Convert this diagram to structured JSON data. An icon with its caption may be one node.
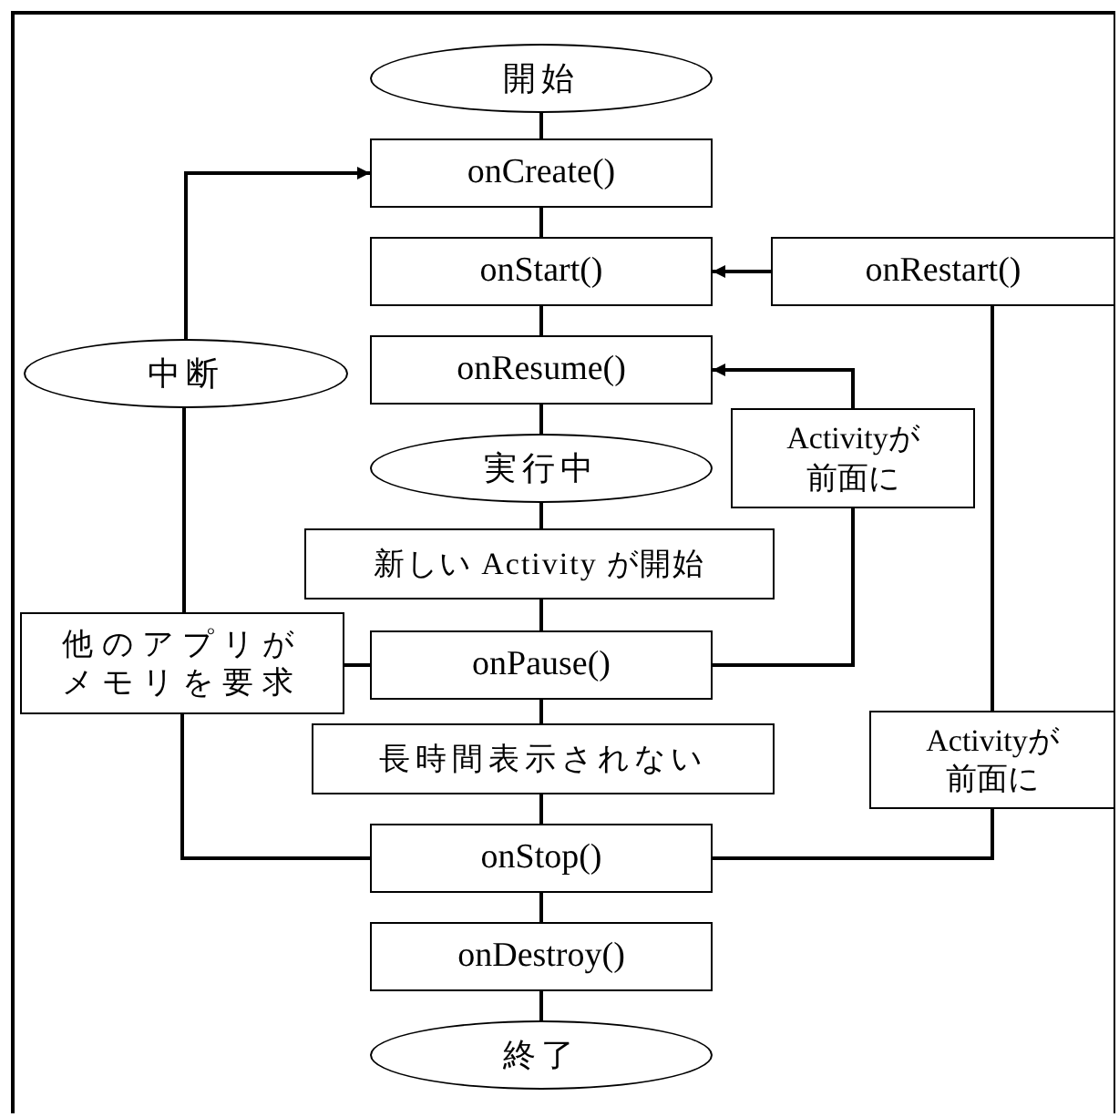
{
  "diagram": {
    "nodes": [
      {
        "text": [
          "開始"
        ]
      },
      {
        "text": [
          "onCreate()"
        ]
      },
      {
        "text": [
          "onStart()"
        ]
      },
      {
        "text": [
          "onRestart()"
        ]
      },
      {
        "text": [
          "中断"
        ]
      },
      {
        "text": [
          "onResume()"
        ]
      },
      {
        "text": [
          "Activityが前面に"
        ]
      },
      {
        "text": [
          "実行中"
        ]
      },
      {
        "text": [
          "新しい Activity が開始"
        ]
      },
      {
        "text": [
          "他のアプリがメモリを要求"
        ]
      },
      {
        "text": [
          "onPause()"
        ]
      },
      {
        "text": [
          "長時間表示されない"
        ]
      },
      {
        "text": [
          "Activityが前面に"
        ]
      },
      {
        "text": [
          "onStop()"
        ]
      },
      {
        "text": [
          "onDestroy()"
        ]
      },
      {
        "text": [
          "終了"
        ]
      }
    ],
    "edges": [
      {
        "from": 0,
        "to": 1,
        "arrow": "none"
      },
      {
        "from": 1,
        "to": 2,
        "arrow": "none"
      },
      {
        "from": 2,
        "to": 5,
        "arrow": "none"
      },
      {
        "from": 5,
        "to": 7,
        "arrow": "none"
      },
      {
        "from": 7,
        "to": 8,
        "arrow": "none"
      },
      {
        "from": 8,
        "to": 10,
        "arrow": "none"
      },
      {
        "from": 10,
        "to": 11,
        "arrow": "none"
      },
      {
        "from": 11,
        "to": 13,
        "arrow": "none"
      },
      {
        "from": 13,
        "to": 14,
        "arrow": "none"
      },
      {
        "from": 14,
        "to": 15,
        "arrow": "none"
      },
      {
        "from": 3,
        "to": 2,
        "arrow": "to"
      },
      {
        "from": 6,
        "to": 5,
        "arrow": "to"
      },
      {
        "from": 10,
        "to": 6,
        "arrow": "none"
      },
      {
        "from": 13,
        "to": 12,
        "arrow": "none"
      },
      {
        "from": 12,
        "to": 3,
        "arrow": "none"
      },
      {
        "from": 13,
        "to": 9,
        "arrow": "none"
      },
      {
        "from": 9,
        "to": 10,
        "arrow": "none"
      },
      {
        "from": 9,
        "to": 4,
        "arrow": "none"
      },
      {
        "from": 4,
        "to": 1,
        "arrow": "to"
      }
    ]
  }
}
